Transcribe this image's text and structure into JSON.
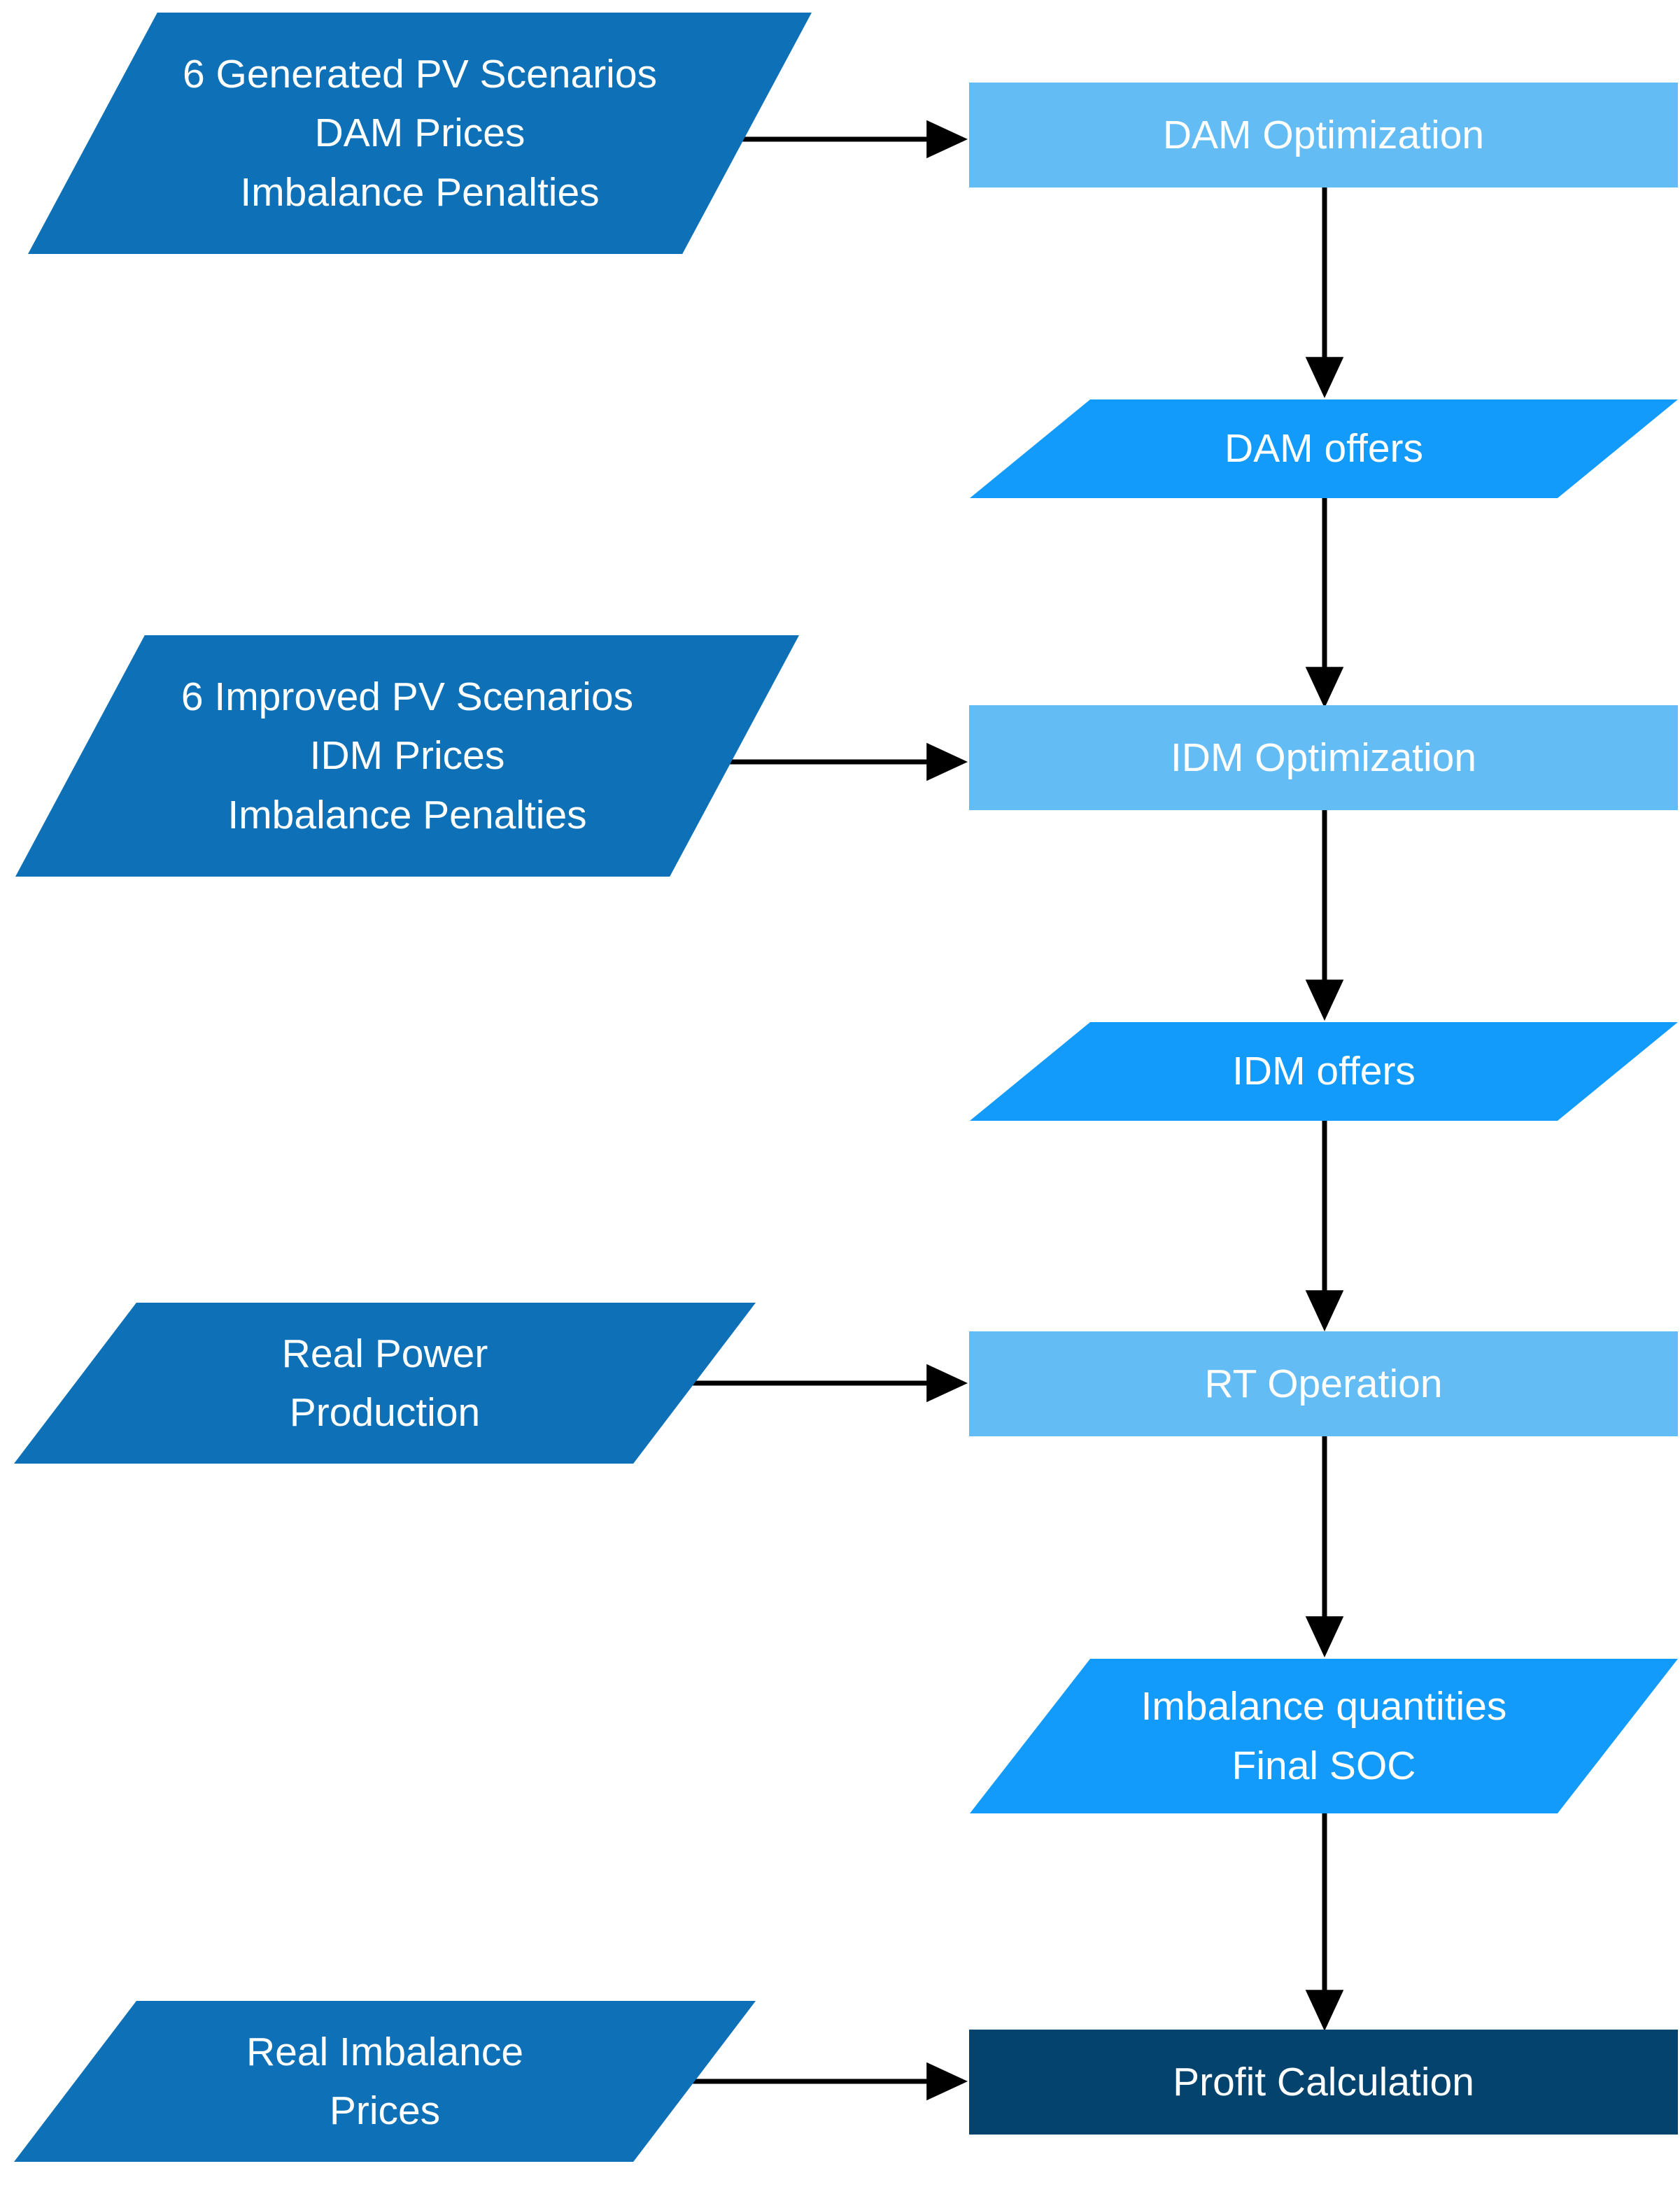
{
  "diagram": {
    "title": "Sequential market participation flowchart",
    "colors": {
      "input_fill": "#0E71B8",
      "process_fill": "#64BCF5",
      "data_fill": "#139BFB",
      "final_fill": "#05436F",
      "edge_stroke": "#000000",
      "label_text": "#FFFFFF",
      "background": "#FFFFFF"
    },
    "nodes": [
      {
        "id": "generated-pv-scenarios",
        "shape": "parallelogram",
        "role": "input",
        "lines": [
          "6 Generated PV Scenarios",
          "DAM Prices",
          "Imbalance Penalties"
        ]
      },
      {
        "id": "dam-optimization",
        "shape": "rectangle",
        "role": "process",
        "lines": [
          "DAM Optimization"
        ]
      },
      {
        "id": "dam-offers",
        "shape": "parallelogram",
        "role": "data",
        "lines": [
          "DAM offers"
        ]
      },
      {
        "id": "improved-pv-scenarios",
        "shape": "parallelogram",
        "role": "input",
        "lines": [
          "6 Improved PV Scenarios",
          "IDM Prices",
          "Imbalance Penalties"
        ]
      },
      {
        "id": "idm-optimization",
        "shape": "rectangle",
        "role": "process",
        "lines": [
          "IDM Optimization"
        ]
      },
      {
        "id": "idm-offers",
        "shape": "parallelogram",
        "role": "data",
        "lines": [
          "IDM offers"
        ]
      },
      {
        "id": "real-power-production",
        "shape": "parallelogram",
        "role": "input",
        "lines": [
          "Real Power",
          "Production"
        ]
      },
      {
        "id": "rt-operation",
        "shape": "rectangle",
        "role": "process",
        "lines": [
          "RT Operation"
        ]
      },
      {
        "id": "imbalance-quantities",
        "shape": "parallelogram",
        "role": "data",
        "lines": [
          "Imbalance quantities",
          "Final SOC"
        ]
      },
      {
        "id": "real-imbalance-prices",
        "shape": "parallelogram",
        "role": "input",
        "lines": [
          "Real Imbalance",
          "Prices"
        ]
      },
      {
        "id": "profit-calculation",
        "shape": "rectangle",
        "role": "final",
        "lines": [
          "Profit Calculation"
        ]
      }
    ],
    "edges": [
      {
        "id": "e1",
        "from": "generated-pv-scenarios",
        "to": "dam-optimization",
        "direction": "horizontal"
      },
      {
        "id": "e2",
        "from": "dam-optimization",
        "to": "dam-offers",
        "direction": "vertical"
      },
      {
        "id": "e3",
        "from": "dam-offers",
        "to": "idm-optimization",
        "direction": "vertical"
      },
      {
        "id": "e4",
        "from": "improved-pv-scenarios",
        "to": "idm-optimization",
        "direction": "horizontal"
      },
      {
        "id": "e5",
        "from": "idm-optimization",
        "to": "idm-offers",
        "direction": "vertical"
      },
      {
        "id": "e6",
        "from": "idm-offers",
        "to": "rt-operation",
        "direction": "vertical"
      },
      {
        "id": "e7",
        "from": "real-power-production",
        "to": "rt-operation",
        "direction": "horizontal"
      },
      {
        "id": "e8",
        "from": "rt-operation",
        "to": "imbalance-quantities",
        "direction": "vertical"
      },
      {
        "id": "e9",
        "from": "imbalance-quantities",
        "to": "profit-calculation",
        "direction": "vertical"
      },
      {
        "id": "e10",
        "from": "real-imbalance-prices",
        "to": "profit-calculation",
        "direction": "horizontal"
      }
    ]
  },
  "labels": {
    "generated_pv_line1": "6 Generated PV Scenarios",
    "generated_pv_line2": "DAM Prices",
    "generated_pv_line3": "Imbalance Penalties",
    "dam_optimization": "DAM Optimization",
    "dam_offers": "DAM offers",
    "improved_pv_line1": "6 Improved PV Scenarios",
    "improved_pv_line2": "IDM Prices",
    "improved_pv_line3": "Imbalance Penalties",
    "idm_optimization": "IDM Optimization",
    "idm_offers": "IDM offers",
    "real_power_line1": "Real Power",
    "real_power_line2": "Production",
    "rt_operation": "RT Operation",
    "imbalance_line1": "Imbalance quantities",
    "imbalance_line2": "Final SOC",
    "real_imbalance_line1": "Real Imbalance",
    "real_imbalance_line2": "Prices",
    "profit_calculation": "Profit Calculation"
  }
}
